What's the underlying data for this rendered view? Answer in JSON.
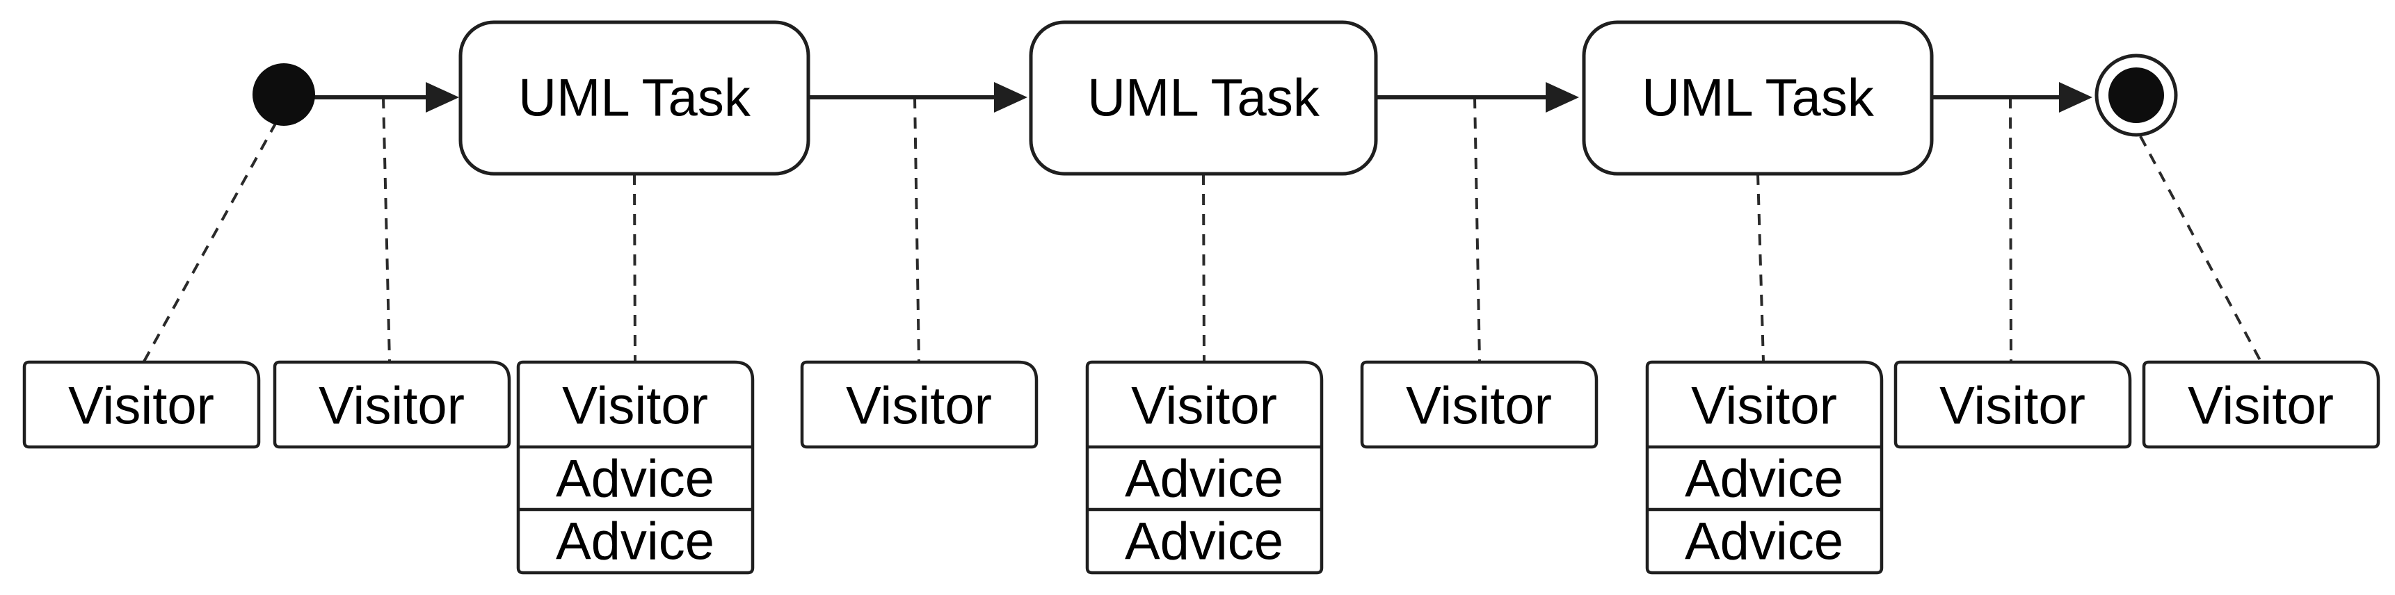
{
  "diagram": {
    "kind": "uml-activity-diagram-with-visitor-advice-annotations",
    "colors": {
      "stroke": "#1f1f1f",
      "node_fill": "#ffffff",
      "text": "#000000",
      "background": "#ffffff"
    },
    "tasks": [
      {
        "label": "UML Task"
      },
      {
        "label": "UML Task"
      },
      {
        "label": "UML Task"
      }
    ],
    "annotations": [
      {
        "label": "Visitor",
        "advices": []
      },
      {
        "label": "Visitor",
        "advices": []
      },
      {
        "label": "Visitor",
        "advices": [
          "Advice",
          "Advice"
        ]
      },
      {
        "label": "Visitor",
        "advices": []
      },
      {
        "label": "Visitor",
        "advices": [
          "Advice",
          "Advice"
        ]
      },
      {
        "label": "Visitor",
        "advices": []
      },
      {
        "label": "Visitor",
        "advices": [
          "Advice",
          "Advice"
        ]
      },
      {
        "label": "Visitor",
        "advices": []
      },
      {
        "label": "Visitor",
        "advices": []
      }
    ]
  }
}
